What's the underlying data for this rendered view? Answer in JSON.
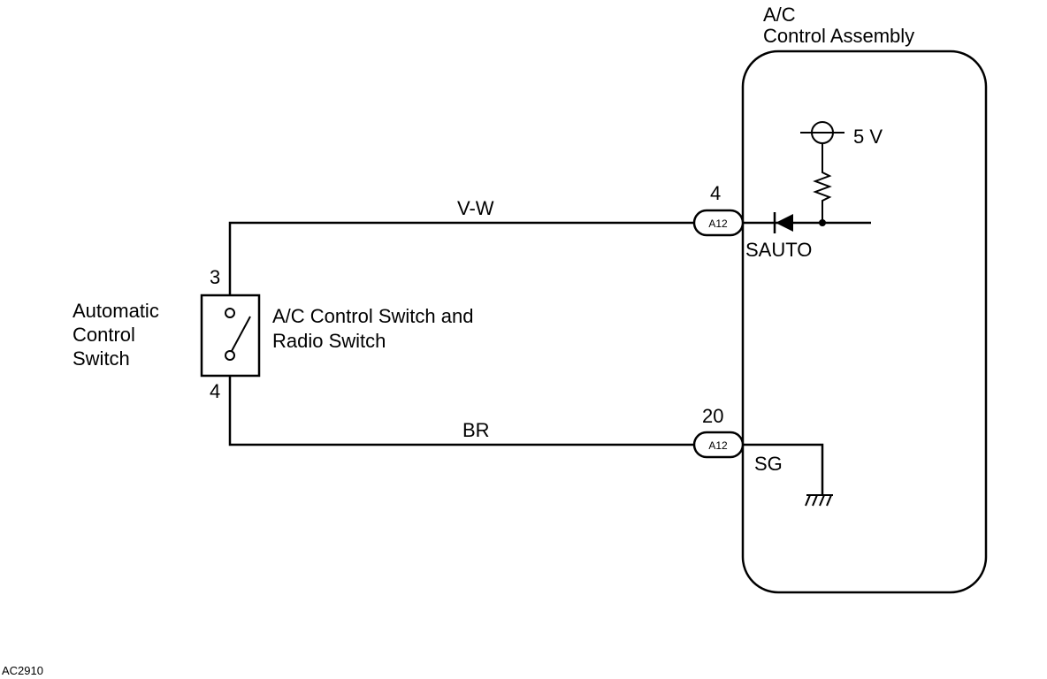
{
  "assembly": {
    "title_line1": "A/C",
    "title_line2": "Control Assembly",
    "supply": "5 V",
    "terminal_sauto": "SAUTO",
    "terminal_sg": "SG"
  },
  "switch": {
    "name_line1": "Automatic",
    "name_line2": "Control",
    "name_line3": "Switch",
    "desc_line1": "A/C Control Switch and",
    "desc_line2": "Radio Switch",
    "pin_top": "3",
    "pin_bottom": "4"
  },
  "wires": {
    "top_color": "V-W",
    "bottom_color": "BR"
  },
  "connectors": {
    "top": {
      "id": "A12",
      "pin": "4"
    },
    "bottom": {
      "id": "A12",
      "pin": "20"
    }
  },
  "figure_code": "AC2910"
}
